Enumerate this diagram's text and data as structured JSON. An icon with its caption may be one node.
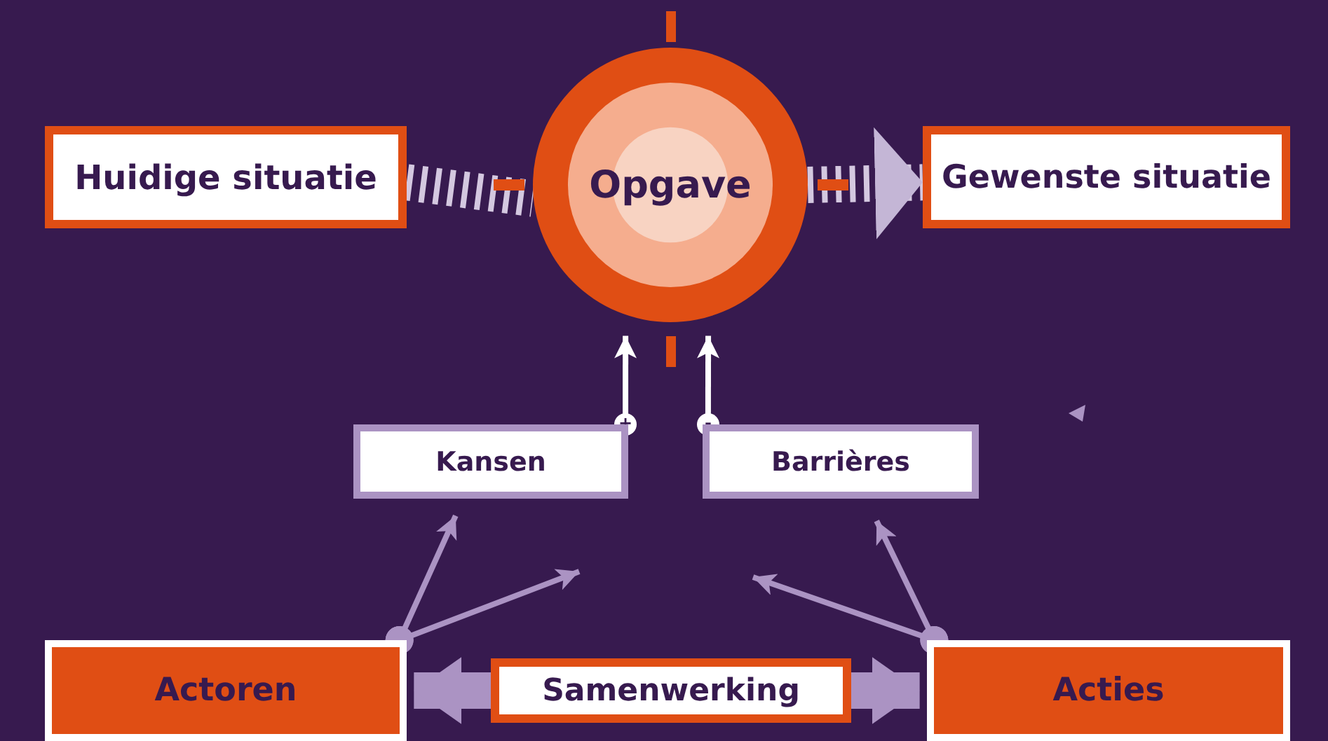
{
  "diagram": {
    "nodes": [
      {
        "text": [
          "Huidige situatie"
        ]
      },
      {
        "text": [
          "Opgave"
        ]
      },
      {
        "text": [
          "Gewenste situatie"
        ]
      },
      {
        "text": [
          "Kansen"
        ]
      },
      {
        "text": [
          "Barrières"
        ]
      },
      {
        "text": [
          "Actoren"
        ]
      },
      {
        "text": [
          "Samenwerking"
        ]
      },
      {
        "text": [
          "Acties"
        ]
      }
    ],
    "edges": [
      {
        "from": 0,
        "to": 1,
        "arrow": "none",
        "style": "dashed",
        "color": "#d4c8e0"
      },
      {
        "from": 1,
        "to": 2,
        "arrow": "to",
        "style": "dashed",
        "color": "#d4c8e0"
      },
      {
        "from": 3,
        "to": 1,
        "arrow": "to",
        "label": "+",
        "color": "#ffffff"
      },
      {
        "from": 4,
        "to": 1,
        "arrow": "to",
        "label": "-",
        "color": "#ffffff"
      },
      {
        "from": 5,
        "to": 3,
        "arrow": "to"
      },
      {
        "from": 5,
        "to": null,
        "arrow": "to"
      },
      {
        "from": 7,
        "to": 4,
        "arrow": "to"
      },
      {
        "from": 7,
        "to": null,
        "arrow": "to"
      },
      {
        "from": 6,
        "to": 5,
        "arrow": "to",
        "style": "thick"
      },
      {
        "from": 6,
        "to": 7,
        "arrow": "to",
        "style": "thick"
      }
    ]
  }
}
